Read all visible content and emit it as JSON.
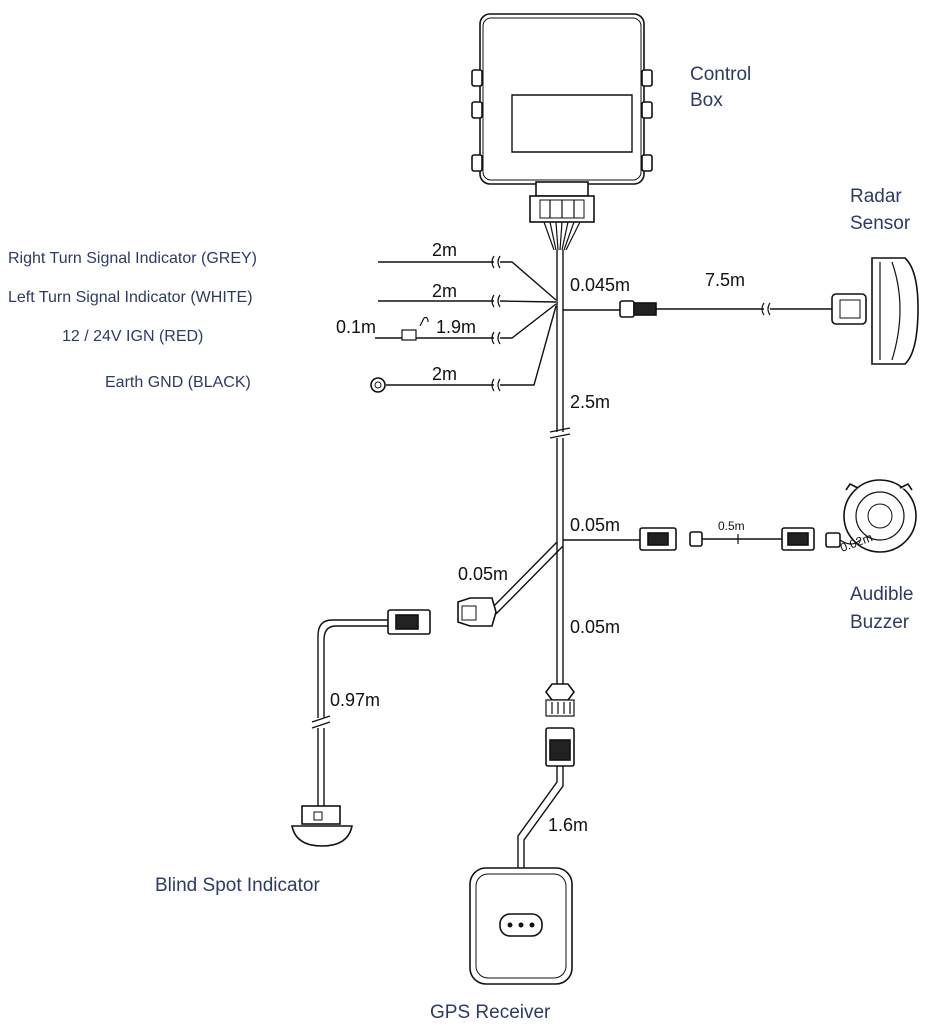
{
  "components": {
    "control_box": [
      "Control",
      "Box"
    ],
    "radar_sensor": [
      "Radar",
      "Sensor"
    ],
    "audible_buzzer": [
      "Audible",
      "Buzzer"
    ],
    "blind_spot_indicator": "Blind Spot Indicator",
    "gps_receiver": "GPS Receiver"
  },
  "wire_labels": {
    "right_turn": "Right Turn Signal Indicator (GREY)",
    "left_turn": "Left Turn Signal Indicator  (WHITE)",
    "ign": "12 / 24V IGN (RED)",
    "earth": "Earth GND (BLACK)"
  },
  "lengths": {
    "right_turn": "2m",
    "left_turn": "2m",
    "ign_fuse": "0.1m",
    "ign": "1.9m",
    "earth": "2m",
    "radar_stub": "0.045m",
    "radar": "7.5m",
    "trunk": "2.5m",
    "buzzer_stub": "0.05m",
    "buzzer_ext": "0.5m",
    "buzzer_lead": "0.02m",
    "bsi_stub": "0.05m",
    "bsi": "0.97m",
    "gps_stub": "0.05m",
    "gps": "1.6m"
  }
}
